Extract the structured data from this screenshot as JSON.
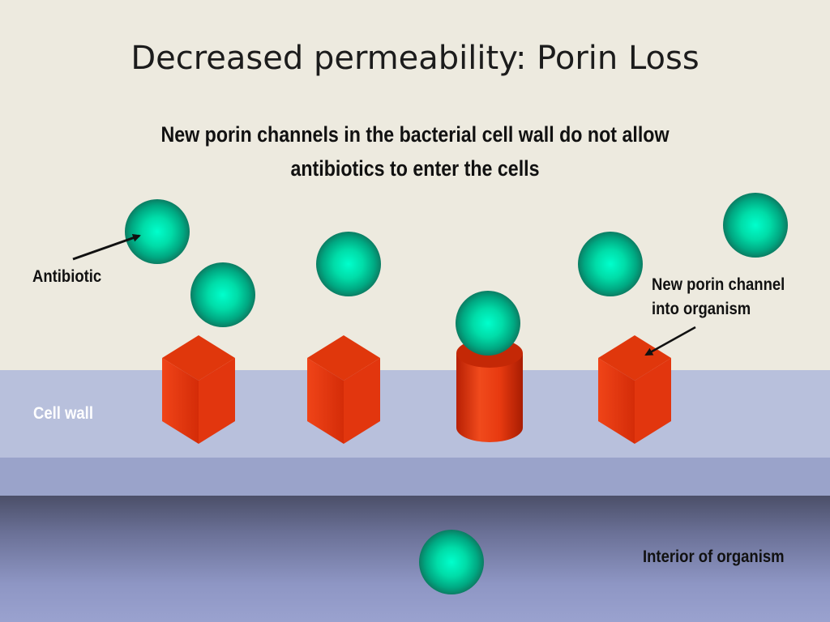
{
  "slide": {
    "title": "Decreased permeability: Porin Loss",
    "subtitle_line1": "New porin channels in the bacterial cell wall do not allow",
    "subtitle_line2": "antibiotics to enter the cells"
  },
  "labels": {
    "antibiotic": "Antibiotic",
    "new_porin_line1": "New porin channel",
    "new_porin_line2": "into organism",
    "cell_wall": "Cell wall",
    "interior": "Interior of organism"
  },
  "colors": {
    "background": "#edeadf",
    "cell_wall": "#b8c0dc",
    "porin": "#e03010",
    "antibiotic": "#00c8a0"
  }
}
